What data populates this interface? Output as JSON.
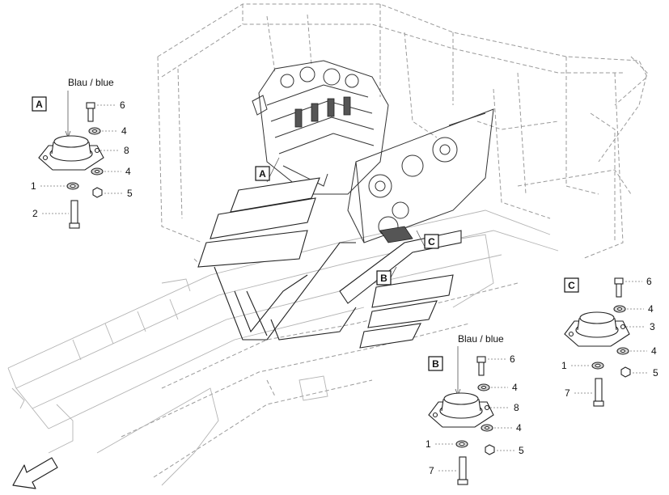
{
  "callouts": {
    "A": "A",
    "B": "B",
    "C": "C"
  },
  "color_note": "Blau / blue",
  "item_numbers": {
    "n1": "1",
    "n2": "2",
    "n3": "3",
    "n4": "4",
    "n5": "5",
    "n6": "6",
    "n7": "7",
    "n8": "8"
  }
}
